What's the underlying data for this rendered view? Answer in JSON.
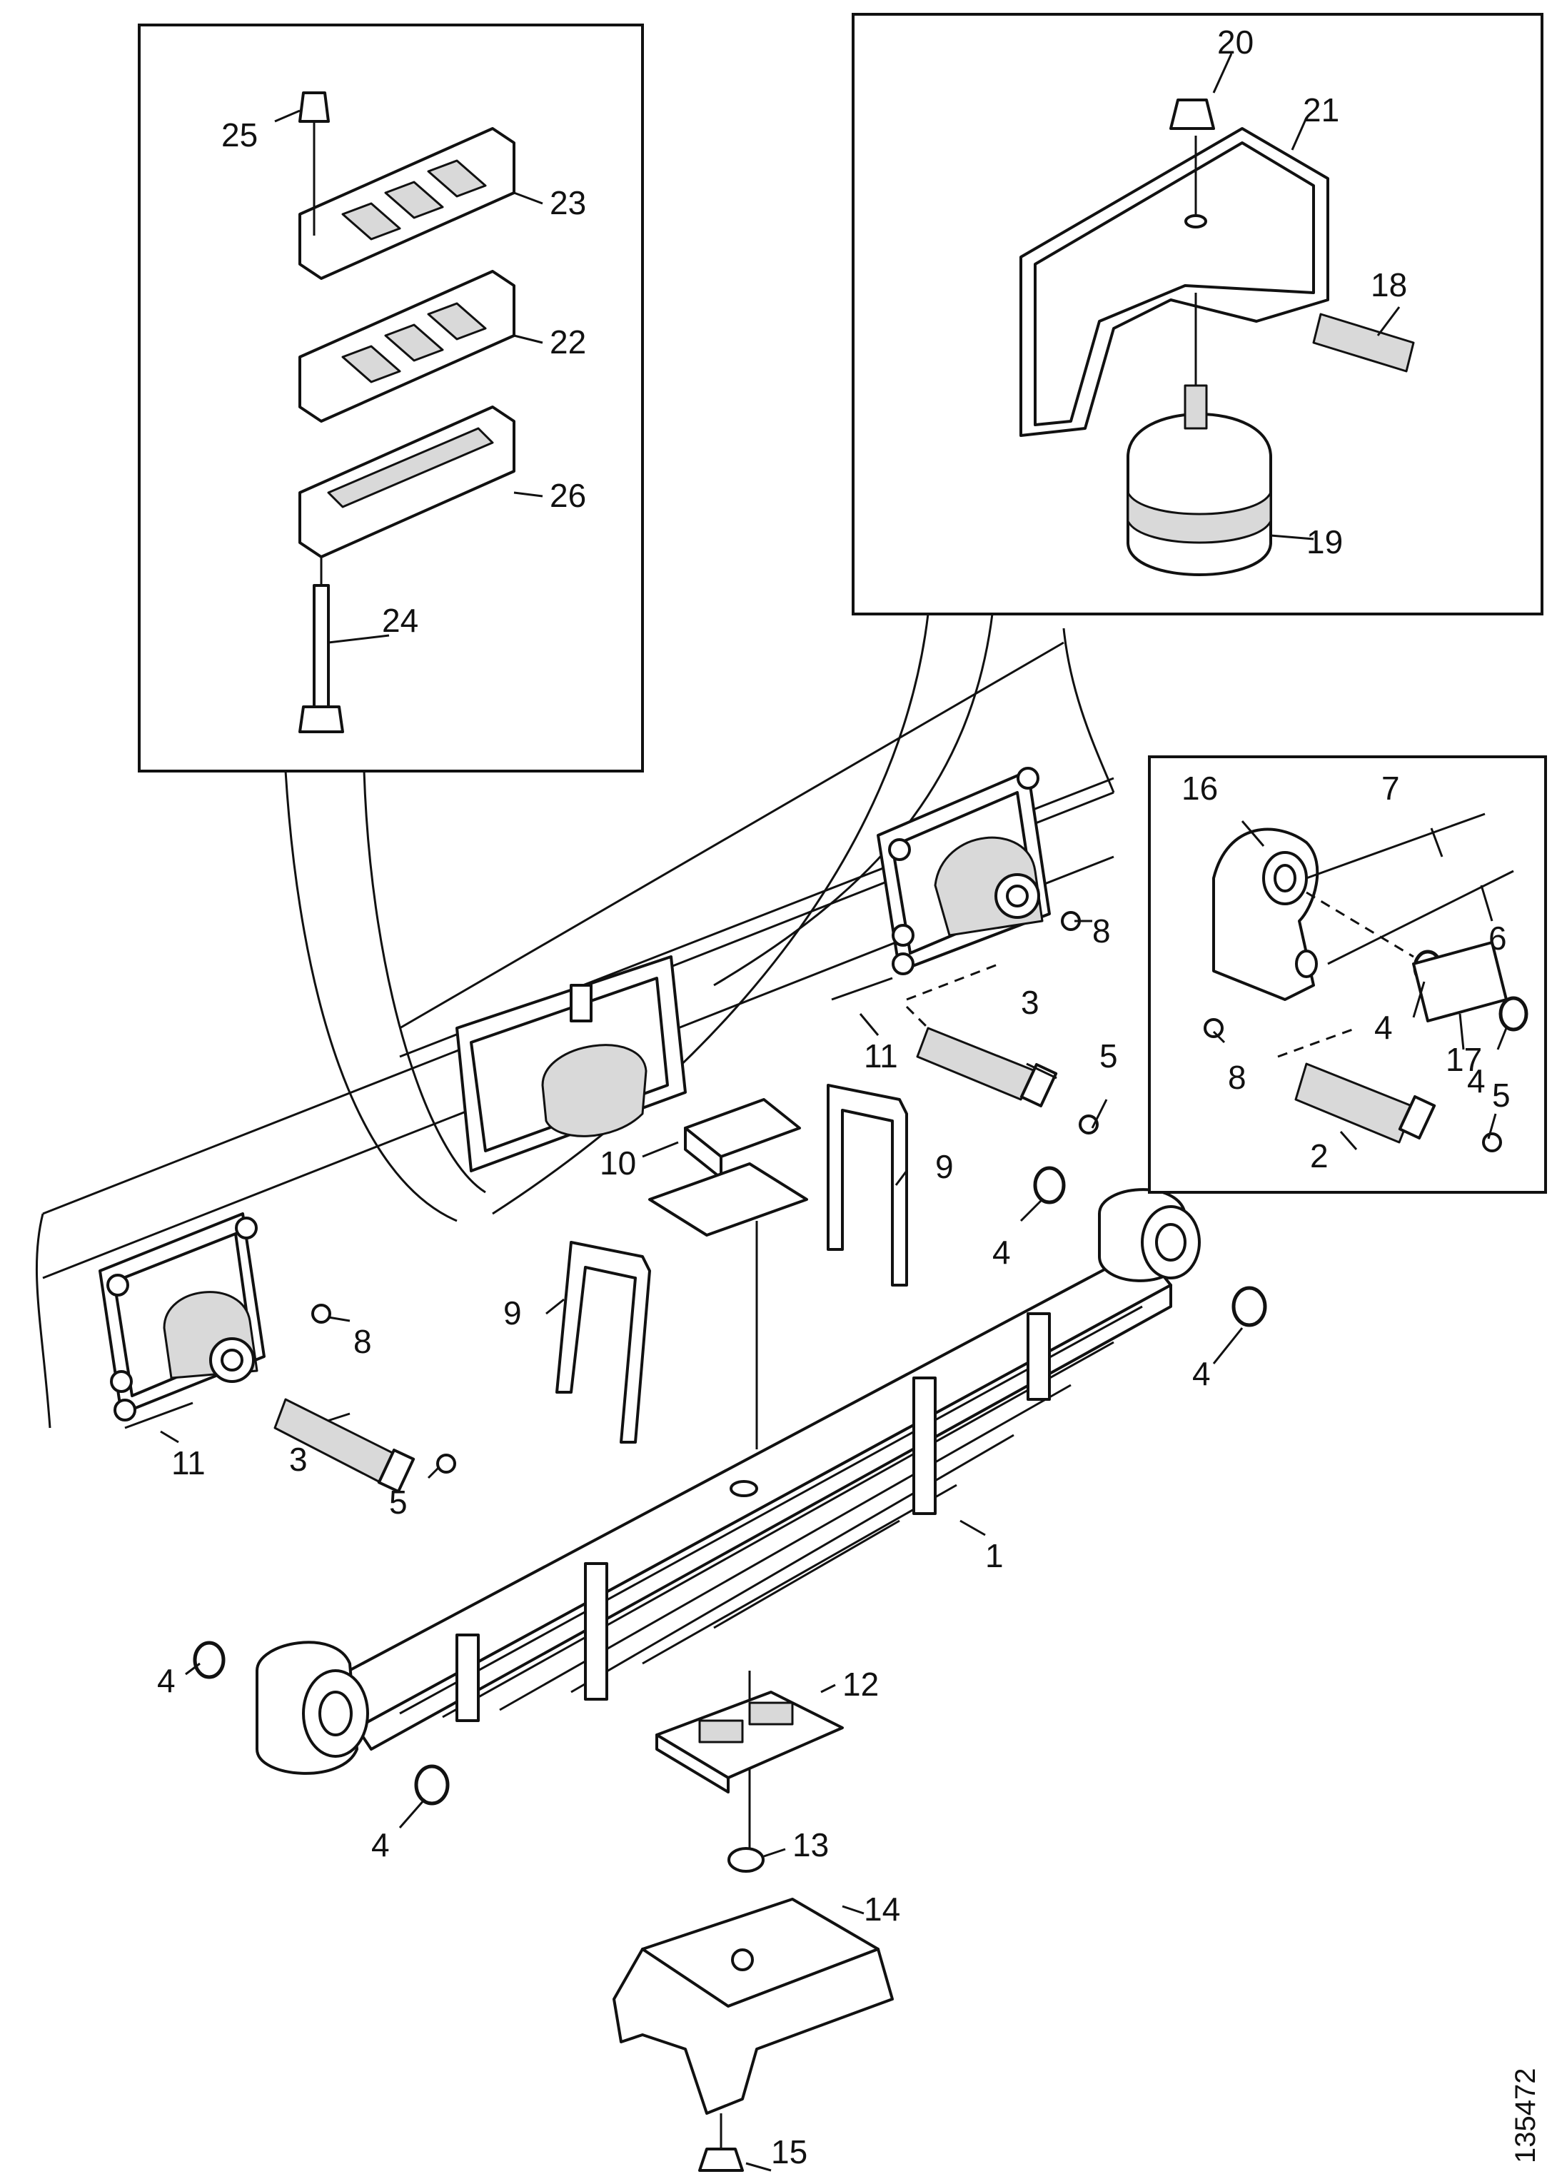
{
  "figure_id": "135472",
  "callouts": {
    "c1": "1",
    "c2": "2",
    "c3a": "3",
    "c3b": "3",
    "c4a": "4",
    "c4b": "4",
    "c4c": "4",
    "c4d": "4",
    "c4e": "4",
    "c4f": "4",
    "c5a": "5",
    "c5b": "5",
    "c5c": "5",
    "c6": "6",
    "c7": "7",
    "c8a": "8",
    "c8b": "8",
    "c8c": "8",
    "c9a": "9",
    "c9b": "9",
    "c10": "10",
    "c11a": "11",
    "c11b": "11",
    "c12": "12",
    "c13": "13",
    "c14": "14",
    "c15": "15",
    "c16": "16",
    "c17": "17",
    "c18": "18",
    "c19": "19",
    "c20": "20",
    "c21": "21",
    "c22": "22",
    "c23": "23",
    "c24": "24",
    "c25": "25",
    "c26": "26"
  }
}
